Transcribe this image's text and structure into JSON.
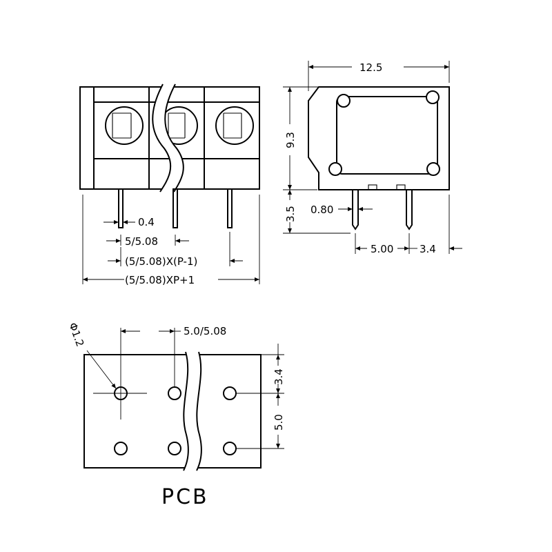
{
  "front_view": {
    "wire_dia": "0.4",
    "pitch": "5/5.08",
    "span": "(5/5.08)X(P-1)",
    "total_length": "(5/5.08)XP+1"
  },
  "side_view": {
    "width": "12.5",
    "height": "9.3",
    "pin_length": "3.5",
    "pin_width": "0.80",
    "pin_spacing": "5.00",
    "offset": "3.4"
  },
  "pcb_view": {
    "hole_dia": "Φ1.2",
    "pitch": "5.0/5.08",
    "row_offset": "3.4",
    "row_spacing": "5.0",
    "label": "PCB"
  }
}
